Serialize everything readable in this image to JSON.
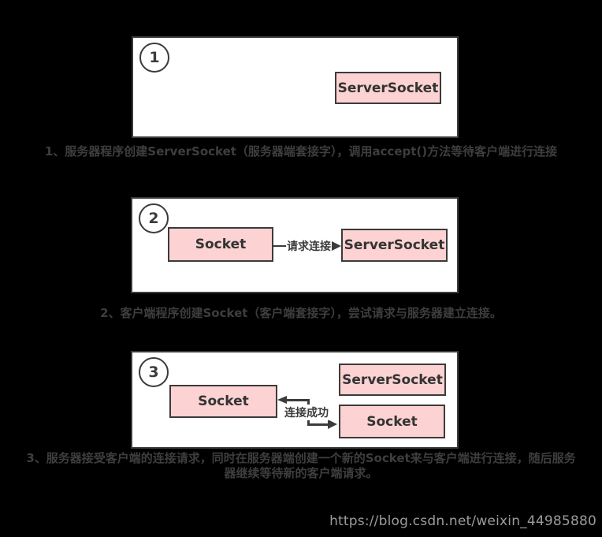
{
  "page": {
    "background": "#000000",
    "watermark": "https://blog.csdn.net/weixin_44985880"
  },
  "colors": {
    "panel_bg": "#ffffff",
    "panel_border": "#3b3b3b",
    "box_fill": "#fcd2d2",
    "box_border": "#3b3b3b",
    "box_text": "#333333",
    "caption_text": "#3e3e3e",
    "connector_line": "#3b3b3b",
    "watermark_text": "#9c9c9c"
  },
  "panels": [
    {
      "number": "1",
      "caption": "1、服务器程序创建ServerSocket（服务器端套接字），调用accept()方法等待客户端进行连接",
      "server_socket_label": "ServerSocket"
    },
    {
      "number": "2",
      "caption": "2、客户端程序创建Socket（客户端套接字），尝试请求与服务器建立连接。",
      "client_socket_label": "Socket",
      "server_socket_label": "ServerSocket",
      "arrow_label": "请求连接"
    },
    {
      "number": "3",
      "caption": "3、服务器接受客户端的连接请求，同时在服务器端创建一个新的Socket来与客户端进行连接，随后服务器继续等待新的客户端请求。",
      "client_socket_label": "Socket",
      "server_socket_label": "ServerSocket",
      "new_socket_label": "Socket",
      "arrow_label": "连接成功"
    }
  ]
}
